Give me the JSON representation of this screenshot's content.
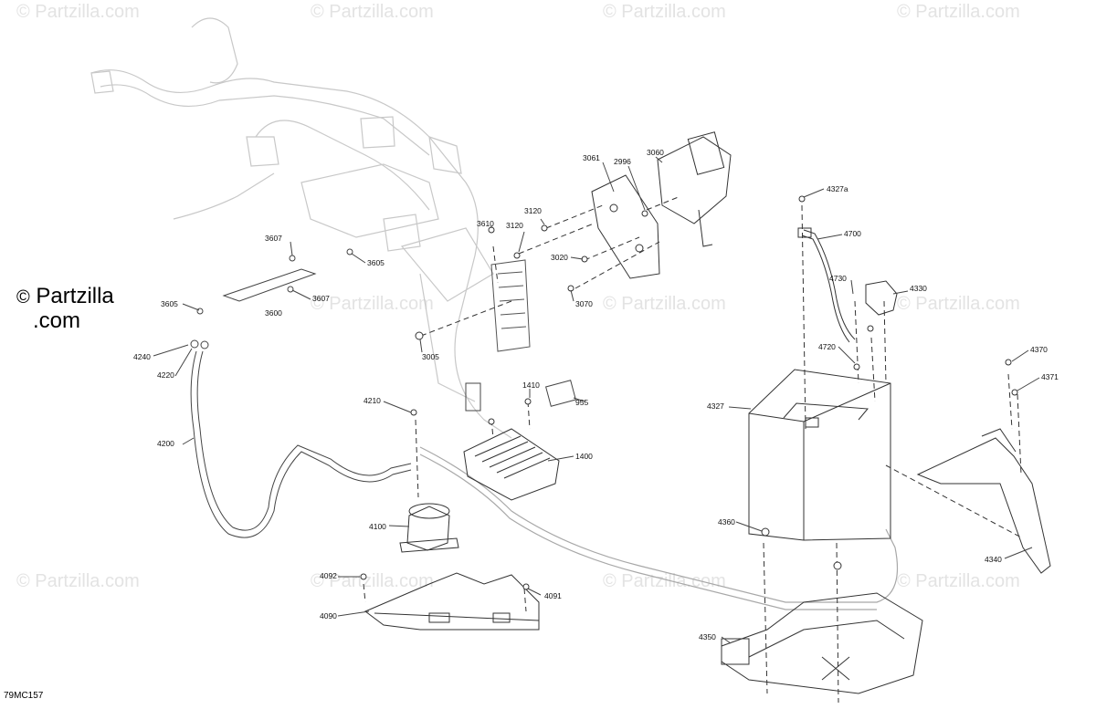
{
  "watermark": "© Partzilla.com",
  "brand": {
    "line1": "Partzilla",
    "line2": ".com",
    "copyright": "©"
  },
  "diagram_code": "79MC157",
  "parts": [
    "3061",
    "2996",
    "3060",
    "3120",
    "3610",
    "3120",
    "3020",
    "3070",
    "3607",
    "3605",
    "3605",
    "3600",
    "3607",
    "3005",
    "4327a",
    "4700",
    "4730",
    "4330",
    "4720",
    "4370",
    "4371",
    "4327",
    "4240",
    "4220",
    "4200",
    "4210",
    "1410",
    "955",
    "1400",
    "4100",
    "4360",
    "4340",
    "4092",
    "4091",
    "4090",
    "4350"
  ]
}
